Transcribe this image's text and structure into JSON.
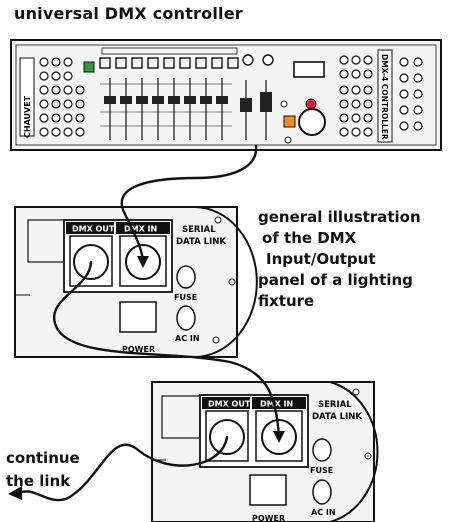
{
  "title": "universal DMX controller",
  "description_lines": [
    "general illustration",
    "of the DMX",
    "Input/Output",
    "panel of a lighting",
    "fixture"
  ],
  "continue_lines": [
    "continue",
    "the link"
  ],
  "controller": {
    "brand": "CHAUVET",
    "model": "DMX-4 CONTROLLER"
  },
  "panel_labels": {
    "dmx_out": "DMX OUT",
    "dmx_in": "DMX IN",
    "serial": "SERIAL",
    "data_link": "DATA LINK",
    "fuse": "FUSE",
    "ac_in": "AC IN",
    "power": "POWER"
  },
  "colors": {
    "line": "#111111",
    "panel_fill": "#f4f4f4",
    "led_green": "#2e9b3a",
    "button_orange": "#f08a22",
    "led_red": "#d81f2a"
  }
}
